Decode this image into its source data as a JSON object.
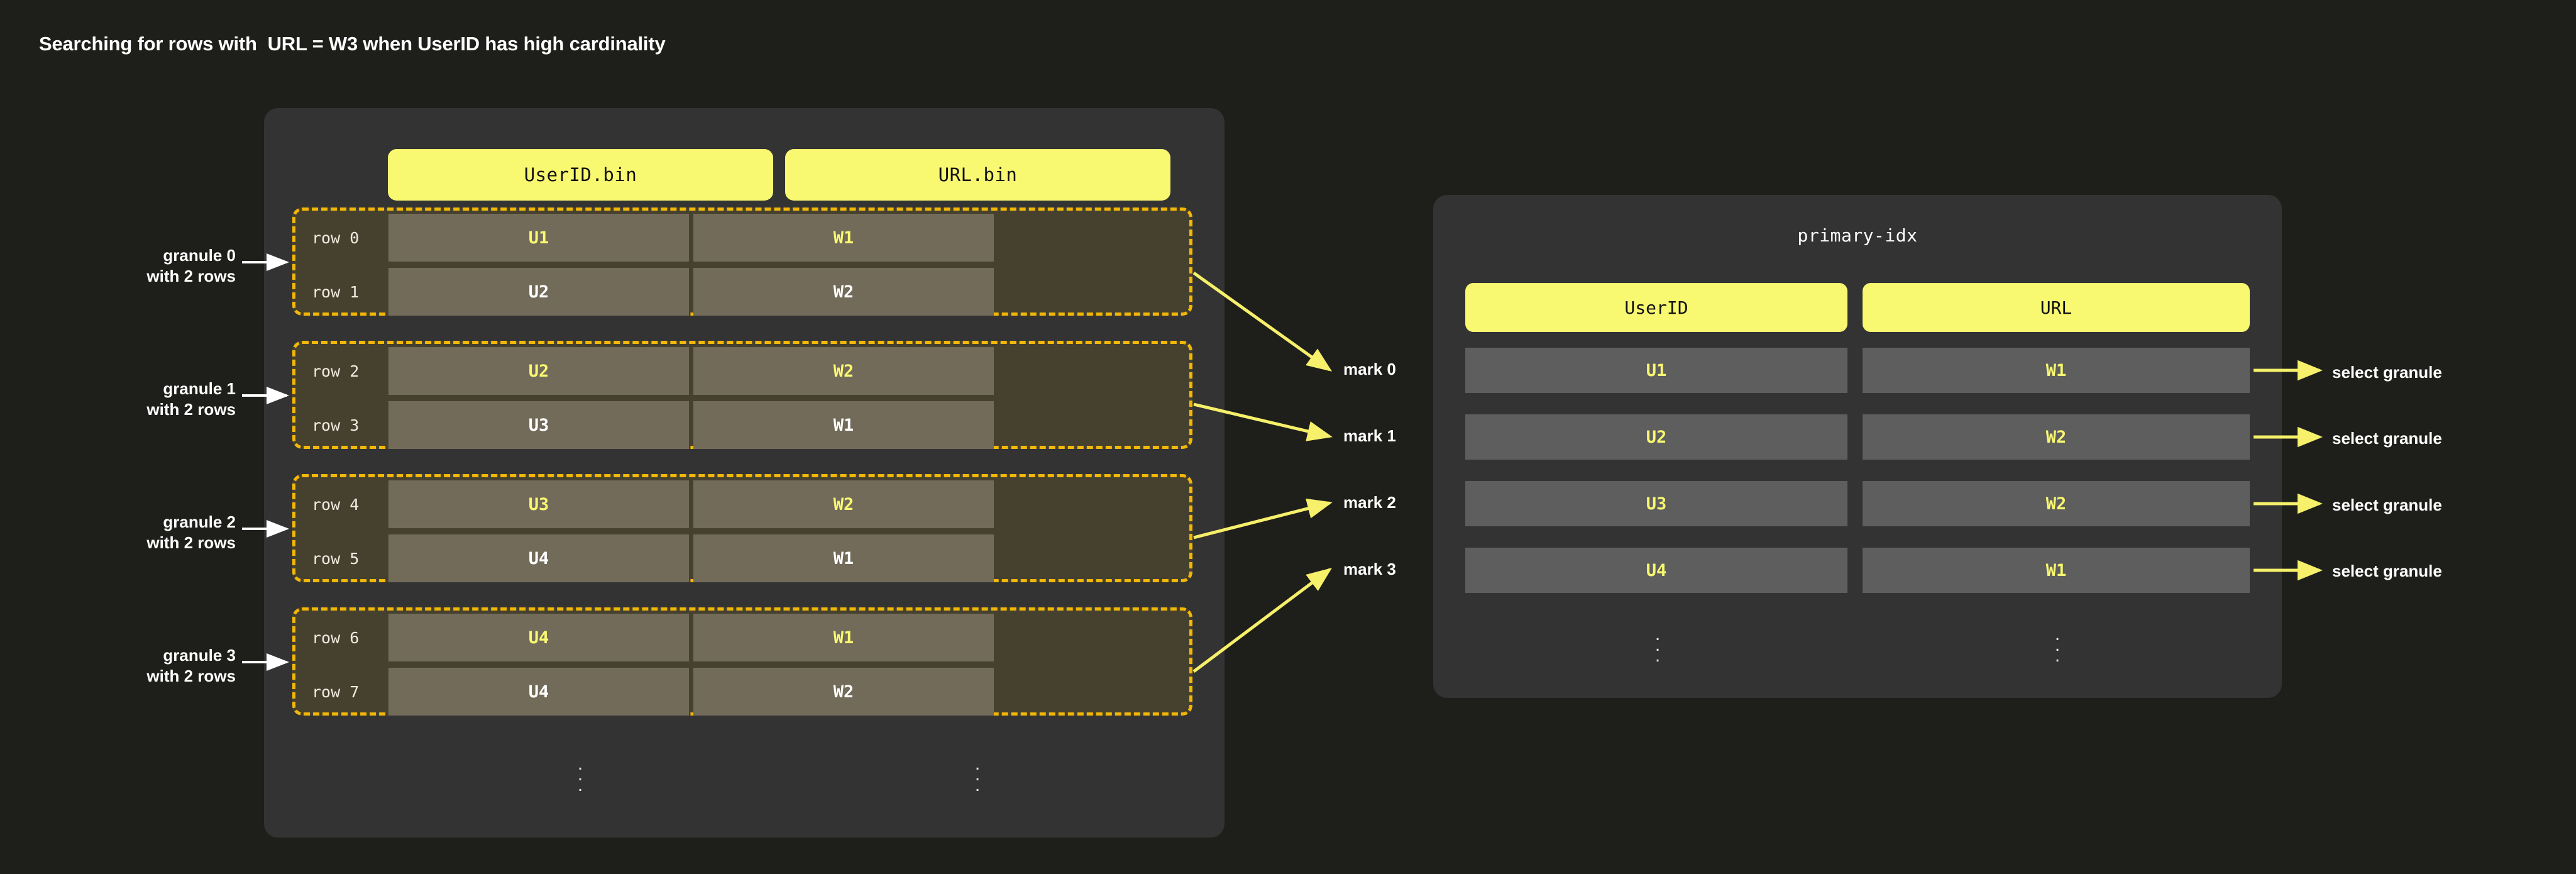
{
  "title": "Searching for rows with  URL = W3 when UserID has high cardinality",
  "colors": {
    "page_background": "#1e1e1b",
    "panel_background": "#333333",
    "accent_yellow": "#f9f871",
    "granule_border": "#f2b807",
    "granule_background": "#46402e",
    "data_cell": "#726b5a",
    "index_cell": "#5e5e5e",
    "text_white": "#ffffff"
  },
  "data_part": {
    "columns": [
      {
        "name": "userid-bin",
        "label": "UserID.bin"
      },
      {
        "name": "url-bin",
        "label": "URL.bin"
      }
    ],
    "ellipsis": "⋮",
    "granules": [
      {
        "note": "granule 0\nwith 2 rows",
        "mark": "mark 0",
        "rows": [
          {
            "row_label": "row 0",
            "userid": "U1",
            "url": "W1",
            "highlighted": true
          },
          {
            "row_label": "row 1",
            "userid": "U2",
            "url": "W2",
            "highlighted": false
          }
        ]
      },
      {
        "note": "granule 1\nwith 2 rows",
        "mark": "mark 1",
        "rows": [
          {
            "row_label": "row 2",
            "userid": "U2",
            "url": "W2",
            "highlighted": true
          },
          {
            "row_label": "row 3",
            "userid": "U3",
            "url": "W1",
            "highlighted": false
          }
        ]
      },
      {
        "note": "granule 2\nwith 2 rows",
        "mark": "mark 2",
        "rows": [
          {
            "row_label": "row 4",
            "userid": "U3",
            "url": "W2",
            "highlighted": true
          },
          {
            "row_label": "row 5",
            "userid": "U4",
            "url": "W1",
            "highlighted": false
          }
        ]
      },
      {
        "note": "granule 3\nwith 2 rows",
        "mark": "mark 3",
        "rows": [
          {
            "row_label": "row 6",
            "userid": "U4",
            "url": "W1",
            "highlighted": true
          },
          {
            "row_label": "row 7",
            "userid": "U4",
            "url": "W2",
            "highlighted": false
          }
        ]
      }
    ]
  },
  "primary_index": {
    "title": "primary-idx",
    "columns": [
      {
        "name": "userid",
        "label": "UserID"
      },
      {
        "name": "url",
        "label": "URL"
      }
    ],
    "ellipsis": "⋮",
    "rows": [
      {
        "userid": "U1",
        "url": "W1",
        "action": "select granule"
      },
      {
        "userid": "U2",
        "url": "W2",
        "action": "select granule"
      },
      {
        "userid": "U3",
        "url": "W2",
        "action": "select granule"
      },
      {
        "userid": "U4",
        "url": "W1",
        "action": "select granule"
      }
    ]
  }
}
